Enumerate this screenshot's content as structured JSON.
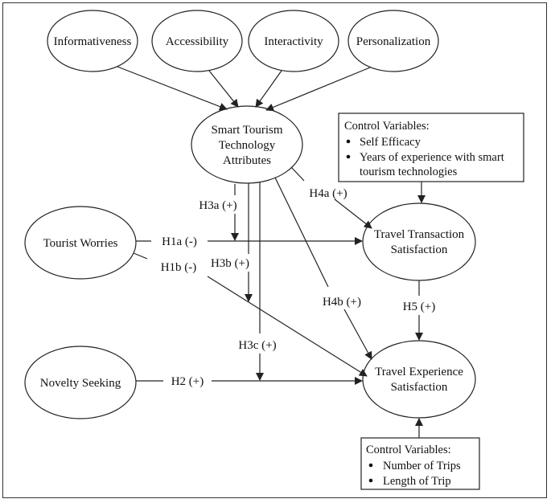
{
  "nodes": {
    "informativeness": [
      "Informativeness"
    ],
    "accessibility": [
      "Accessibility"
    ],
    "interactivity": [
      "Interactivity"
    ],
    "personalization": [
      "Personalization"
    ],
    "smart_tourism": [
      "Smart Tourism",
      "Technology",
      "Attributes"
    ],
    "tourist_worries": [
      "Tourist Worries"
    ],
    "novelty_seeking": [
      "Novelty Seeking"
    ],
    "travel_transaction": [
      "Travel Transaction",
      "Satisfaction"
    ],
    "travel_experience": [
      "Travel Experience",
      "Satisfaction"
    ]
  },
  "control_box_top": {
    "title": "Control Variables:",
    "items": [
      "Self Efficacy",
      "Years of experience with smart",
      "tourism technologies"
    ]
  },
  "control_box_bottom": {
    "title": "Control Variables:",
    "items": [
      "Number of Trips",
      "Length of Trip"
    ]
  },
  "hypotheses": {
    "h1a": "H1a (-)",
    "h1b": "H1b (-)",
    "h2": "H2 (+)",
    "h3a": "H3a (+)",
    "h3b": "H3b (+)",
    "h3c": "H3c (+)",
    "h4a": "H4a (+)",
    "h4b": "H4b (+)",
    "h5": "H5 (+)"
  }
}
